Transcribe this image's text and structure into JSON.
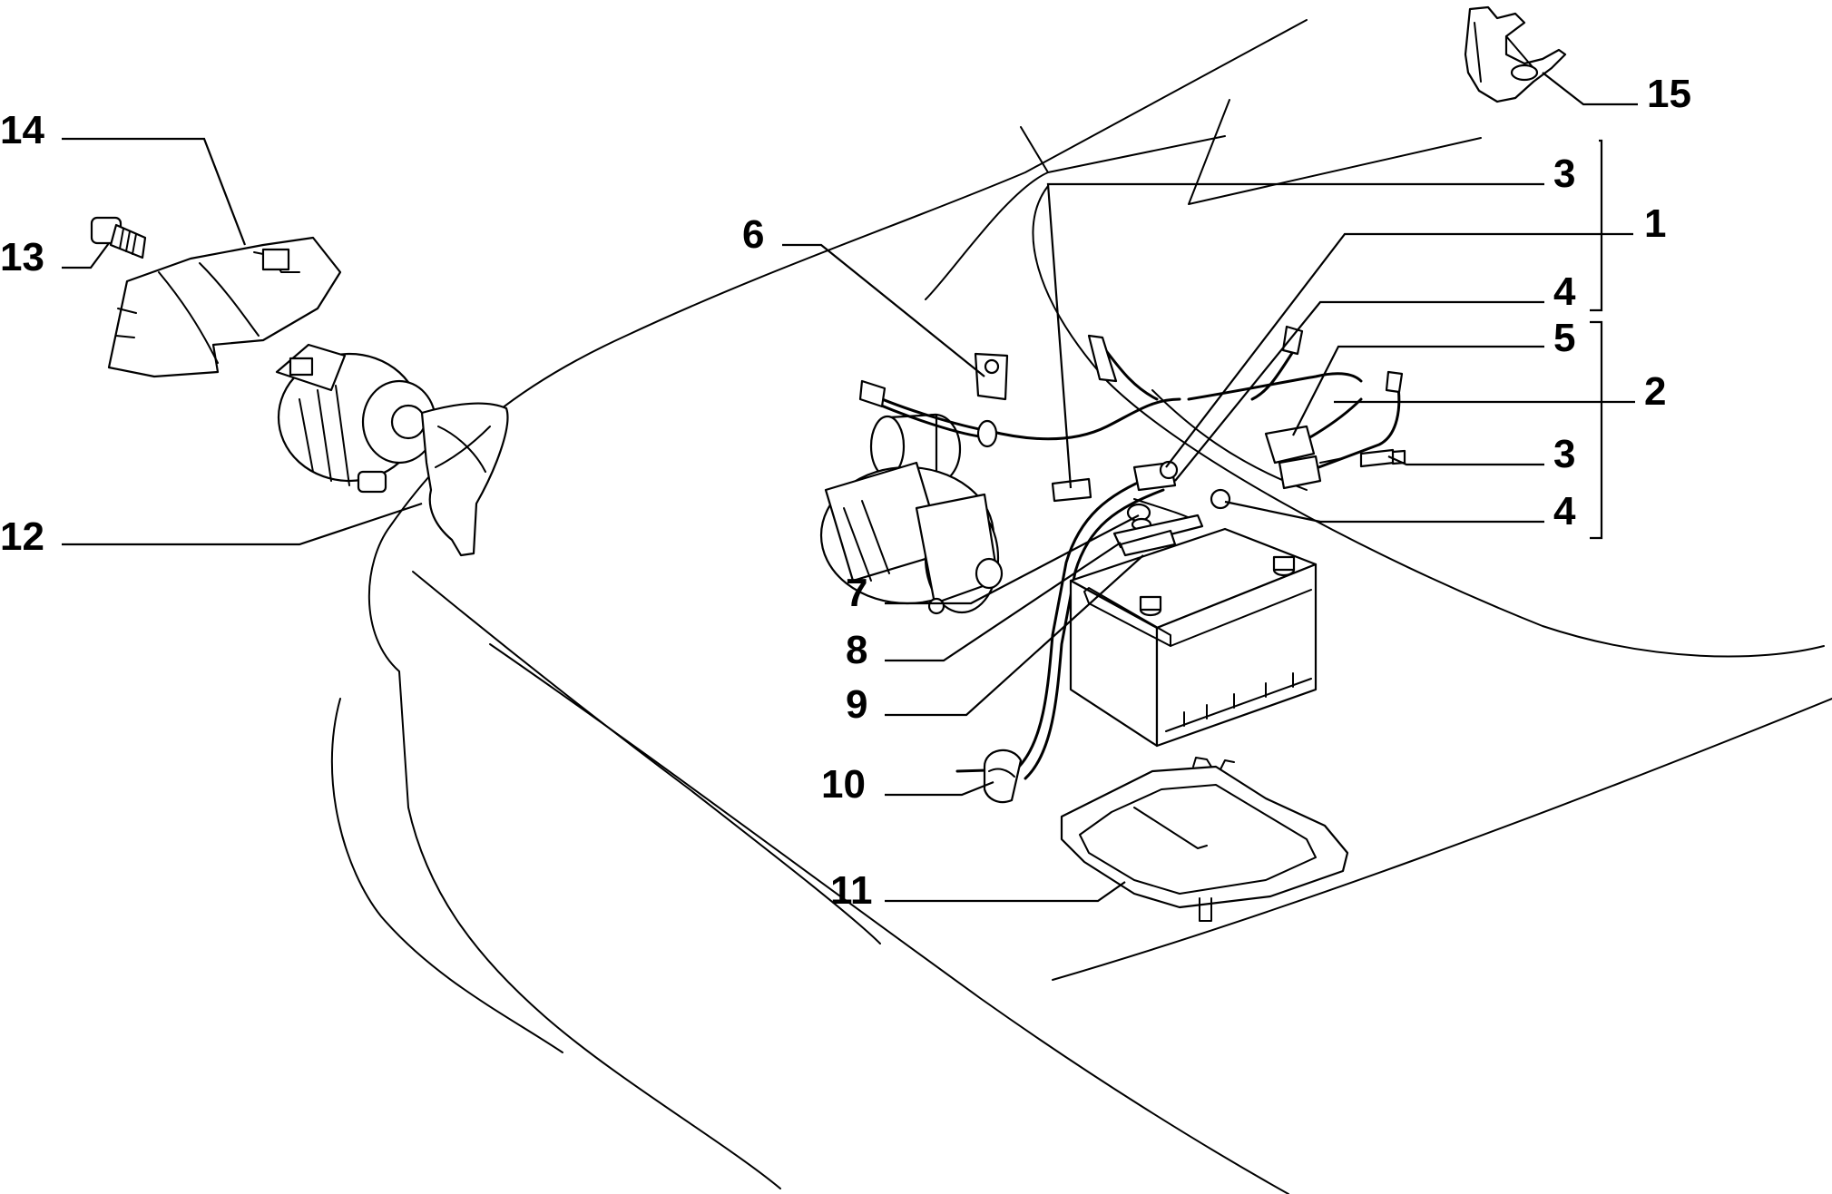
{
  "callouts": {
    "c1": "1",
    "c2": "2",
    "c3a": "3",
    "c3b": "3",
    "c4a": "4",
    "c4b": "4",
    "c5": "5",
    "c6": "6",
    "c7": "7",
    "c8": "8",
    "c9": "9",
    "c10": "10",
    "c11": "11",
    "c12": "12",
    "c13": "13",
    "c14": "14",
    "c15": "15"
  }
}
